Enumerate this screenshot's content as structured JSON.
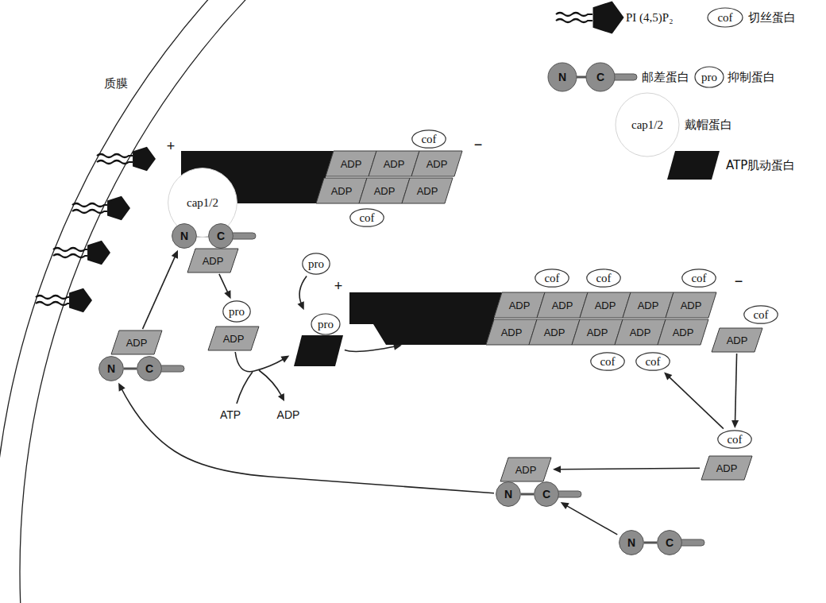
{
  "diagram": {
    "nodes": [
      {
        "text": [
          "+",
          "−"
        ]
      },
      {
        "text": [
          "ADP"
        ],
        "in": 0
      },
      {
        "text": [
          "ADP"
        ],
        "in": 0
      },
      {
        "text": [
          "ADP"
        ],
        "in": 0
      },
      {
        "text": [
          "ADP"
        ],
        "in": 0
      },
      {
        "text": [
          "ADP"
        ],
        "in": 0
      },
      {
        "text": [
          "ADP"
        ],
        "in": 0
      },
      {
        "text": [
          "cof"
        ]
      },
      {
        "text": [
          "cof"
        ]
      },
      {
        "text": [
          "cap1/2"
        ]
      },
      {
        "text": [
          "N"
        ]
      },
      {
        "text": [
          "C"
        ]
      },
      {
        "text": [
          "ADP"
        ]
      },
      {
        "text": [
          "pro"
        ]
      },
      {
        "text": [
          "+",
          "−"
        ]
      },
      {
        "text": [
          "ADP"
        ],
        "in": 14
      },
      {
        "text": [
          "ADP"
        ],
        "in": 14
      },
      {
        "text": [
          "ADP"
        ],
        "in": 14
      },
      {
        "text": [
          "ADP"
        ],
        "in": 14
      },
      {
        "text": [
          "ADP"
        ],
        "in": 14
      },
      {
        "text": [
          "ADP"
        ],
        "in": 14
      },
      {
        "text": [
          "ADP"
        ],
        "in": 14
      },
      {
        "text": [
          "ADP"
        ],
        "in": 14
      },
      {
        "text": [
          "ADP"
        ],
        "in": 14
      },
      {
        "text": [
          "ADP"
        ],
        "in": 14
      },
      {
        "text": [
          "ADP"
        ]
      },
      {
        "text": [
          "cof"
        ]
      },
      {
        "text": [
          "cof"
        ]
      },
      {
        "text": [
          "cof"
        ]
      },
      {
        "text": [
          "cof"
        ]
      },
      {
        "text": [
          "cof"
        ]
      },
      {
        "text": [
          "cof"
        ]
      },
      {
        "text": [
          "pro"
        ]
      },
      {
        "text": [
          "ADP"
        ]
      },
      {
        "text": [
          "pro"
        ]
      },
      {
        "text": [
          "ADP"
        ]
      },
      {
        "text": [
          "N"
        ]
      },
      {
        "text": [
          "C"
        ]
      },
      {
        "text": [
          "cof"
        ]
      },
      {
        "text": [
          "ADP"
        ]
      },
      {
        "text": [
          "ADP"
        ]
      },
      {
        "text": [
          "N"
        ]
      },
      {
        "text": [
          "C"
        ]
      },
      {
        "text": [
          "N"
        ]
      },
      {
        "text": [
          "C"
        ]
      }
    ],
    "edges": [
      {
        "from": 35,
        "to": 10,
        "arrow": "to"
      },
      {
        "from": 12,
        "to": 32,
        "arrow": "to"
      },
      {
        "from": 13,
        "to": 34,
        "arrow": "to"
      },
      {
        "from": 33,
        "to": 34,
        "arrow": "to"
      },
      {
        "from": 34,
        "to": 14,
        "arrow": "to"
      },
      {
        "from": 25,
        "to": 38,
        "arrow": "to"
      },
      {
        "from": 38,
        "to": 31,
        "arrow": "to"
      },
      {
        "from": 39,
        "to": 40,
        "arrow": "to"
      },
      {
        "from": 43,
        "to": 42,
        "arrow": "to"
      },
      {
        "from": 41,
        "to": 36,
        "arrow": "to"
      }
    ],
    "labels": [
      "质膜",
      "ATP",
      "ADP",
      "cof",
      "N",
      "C",
      "pro",
      "cap1/2"
    ],
    "legend": [
      {
        "text": "PI (4,5)P₂"
      },
      {
        "text": "切丝蛋白"
      },
      {
        "text": "邮差蛋白"
      },
      {
        "text": "抑制蛋白"
      },
      {
        "text": "戴帽蛋白"
      },
      {
        "text": "ATP肌动蛋白"
      }
    ]
  }
}
